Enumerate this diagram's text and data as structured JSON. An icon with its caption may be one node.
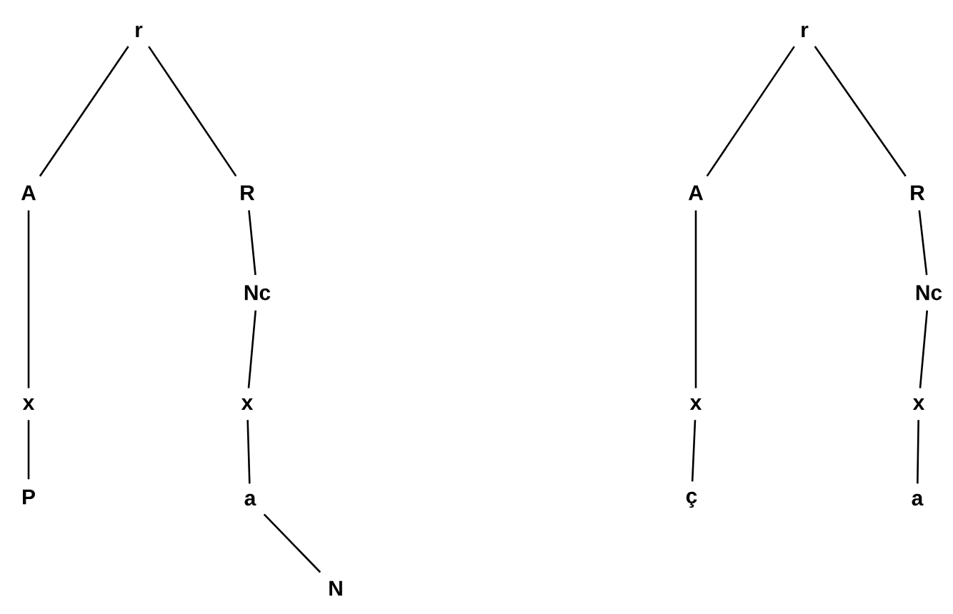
{
  "diagram": {
    "nodes": [
      {
        "text": [
          "r"
        ]
      },
      {
        "text": [
          "A"
        ]
      },
      {
        "text": [
          "x"
        ]
      },
      {
        "text": [
          "P"
        ]
      },
      {
        "text": [
          "R"
        ]
      },
      {
        "text": [
          "Nc"
        ]
      },
      {
        "text": [
          "x"
        ]
      },
      {
        "text": [
          "a"
        ]
      },
      {
        "text": [
          "N"
        ]
      },
      {
        "text": [
          "r"
        ]
      },
      {
        "text": [
          "A"
        ]
      },
      {
        "text": [
          "x"
        ]
      },
      {
        "text": [
          "ç"
        ]
      },
      {
        "text": [
          "R"
        ]
      },
      {
        "text": [
          "Nc"
        ]
      },
      {
        "text": [
          "x"
        ]
      },
      {
        "text": [
          "a"
        ]
      }
    ],
    "edges": [
      {
        "from": 0,
        "to": 1,
        "arrow": "none"
      },
      {
        "from": 0,
        "to": 4,
        "arrow": "none"
      },
      {
        "from": 1,
        "to": 2,
        "arrow": "none"
      },
      {
        "from": 2,
        "to": 3,
        "arrow": "none"
      },
      {
        "from": 4,
        "to": 5,
        "arrow": "none"
      },
      {
        "from": 5,
        "to": 6,
        "arrow": "none"
      },
      {
        "from": 6,
        "to": 7,
        "arrow": "none"
      },
      {
        "from": 7,
        "to": 8,
        "arrow": "none"
      },
      {
        "from": 9,
        "to": 10,
        "arrow": "none"
      },
      {
        "from": 9,
        "to": 13,
        "arrow": "none"
      },
      {
        "from": 10,
        "to": 11,
        "arrow": "none"
      },
      {
        "from": 11,
        "to": 12,
        "arrow": "none"
      },
      {
        "from": 13,
        "to": 14,
        "arrow": "none"
      },
      {
        "from": 14,
        "to": 15,
        "arrow": "none"
      },
      {
        "from": 15,
        "to": 16,
        "arrow": "none"
      }
    ]
  }
}
